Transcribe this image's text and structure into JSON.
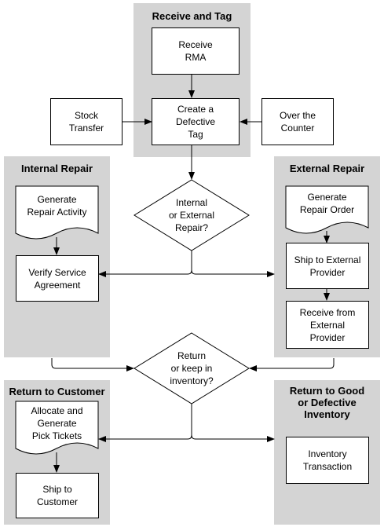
{
  "panels": {
    "receive_and_tag": "Receive and Tag",
    "internal_repair": "Internal Repair",
    "external_repair": "External Repair",
    "return_to_customer": "Return to Customer",
    "return_to_inventory": "Return to Good\nor Defective\nInventory"
  },
  "nodes": {
    "receive_rma": "Receive\nRMA",
    "create_defective_tag": "Create a\nDefective\nTag",
    "stock_transfer": "Stock\nTransfer",
    "over_the_counter": "Over the\nCounter",
    "generate_repair_activity": "Generate\nRepair Activity",
    "verify_service_agreement": "Verify Service\nAgreement",
    "generate_repair_order": "Generate\nRepair Order",
    "ship_to_external_provider": "Ship to External\nProvider",
    "receive_from_external_provider": "Receive from\nExternal\nProvider",
    "allocate_pick_tickets": "Allocate and\nGenerate\nPick Tickets",
    "ship_to_customer": "Ship to\nCustomer",
    "inventory_transaction": "Inventory\nTransaction"
  },
  "decisions": {
    "internal_or_external": "Internal\nor External\nRepair?",
    "return_or_keep": "Return\nor keep in\ninventory?"
  },
  "colors": {
    "panel": "#d4d4d4",
    "box": "#ffffff",
    "line": "#000000"
  }
}
